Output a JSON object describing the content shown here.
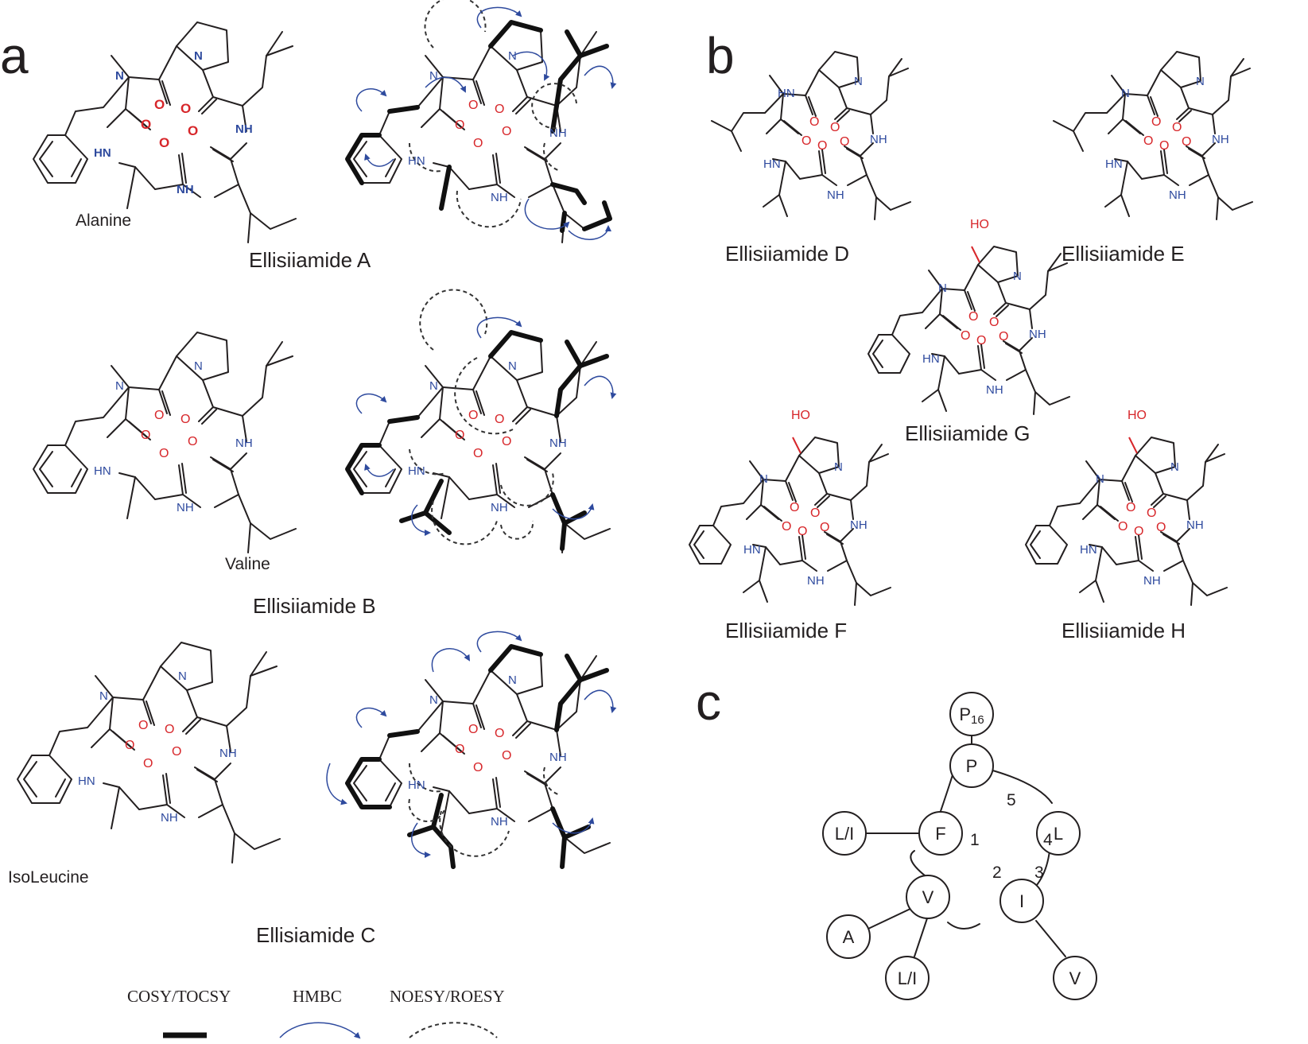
{
  "panels": {
    "a": "a",
    "b": "b",
    "c": "c"
  },
  "compounds": {
    "A": "Ellisiiamide A",
    "B": "Ellisiiamide B",
    "C": "Ellisiamide C",
    "D": "Ellisiiamide D",
    "E": "Ellisiiamide E",
    "F": "Ellisiiamide F",
    "G": "Ellisiiamide G",
    "H": "Ellisiiamide H"
  },
  "residue_labels": {
    "alanine": "Alanine",
    "valine": "Valine",
    "isoleucine": "IsoLeucine"
  },
  "atoms": {
    "N": "N",
    "NH": "NH",
    "HN": "HN",
    "O": "O",
    "HO": "HO"
  },
  "legend": {
    "cosy": "COSY/TOCSY",
    "hmbc": "HMBC",
    "noesy": "NOESY/ROESY"
  },
  "network": {
    "nodes": {
      "P16": "P16",
      "P": "P",
      "L": "L",
      "I": "I",
      "V": "V",
      "F": "F",
      "LI_left": "L/I",
      "A": "A",
      "LI_bottom": "L/I",
      "V_right": "V"
    },
    "positions": {
      "p1": "1",
      "p2": "2",
      "p3": "3",
      "p4": "4",
      "p5": "5"
    }
  },
  "colors": {
    "nitrogen": "#2e4a9e",
    "oxygen": "#d7262a",
    "hmbc": "#2e4a9e",
    "ink": "#231f20"
  }
}
